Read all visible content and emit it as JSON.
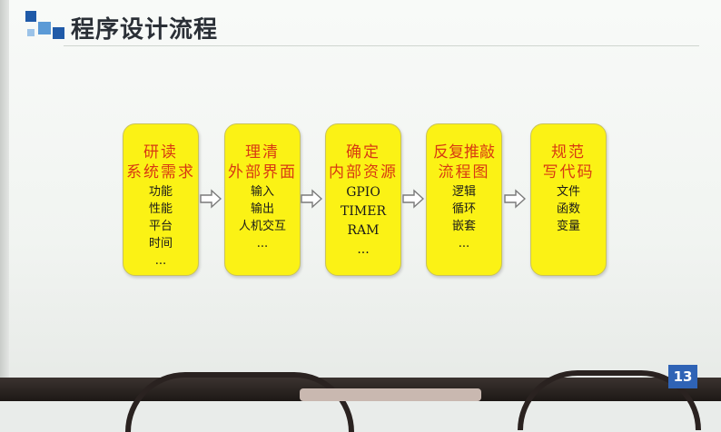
{
  "title": "程序设计流程",
  "page_number": "13",
  "steps": [
    {
      "head": [
        "研读",
        "系统需求"
      ],
      "items": [
        "功能",
        "性能",
        "平台",
        "时间",
        "..."
      ]
    },
    {
      "head": [
        "理清",
        "外部界面"
      ],
      "items": [
        "输入",
        "输出",
        "人机交互",
        "..."
      ]
    },
    {
      "head": [
        "确定",
        "内部资源"
      ],
      "items": [
        "GPIO",
        "TIMER",
        "RAM",
        "..."
      ]
    },
    {
      "head": [
        "反复推敲",
        "流程图"
      ],
      "items": [
        "逻辑",
        "循环",
        "嵌套",
        "..."
      ]
    },
    {
      "head": [
        "规范",
        "写代码"
      ],
      "items": [
        "文件",
        "函数",
        "变量"
      ]
    }
  ],
  "colors": {
    "card_fill": "#fbf215",
    "card_head_text": "#d83a12",
    "accent_blue": "#2f63b5"
  },
  "icons": {
    "connector": "hollow-right-arrow-icon"
  }
}
